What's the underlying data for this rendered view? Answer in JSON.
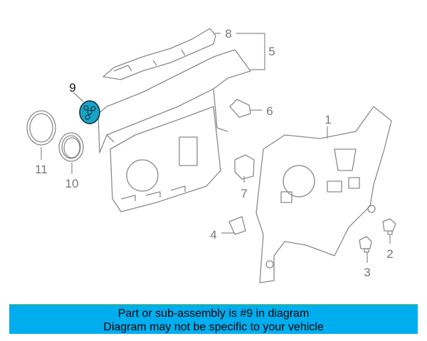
{
  "callouts": {
    "c1": "1",
    "c2": "2",
    "c3": "3",
    "c4": "4",
    "c5": "5",
    "c6": "6",
    "c7": "7",
    "c8": "8",
    "c9": "9",
    "c10": "10",
    "c11": "11"
  },
  "banner": {
    "line1": "Part or sub-assembly is #9 in diagram",
    "line2": "Diagram may not be specific to your vehicle"
  },
  "colors": {
    "banner": "#00aeef",
    "highlight_part": "#1aa3c8",
    "line": "#8a8a8a"
  }
}
